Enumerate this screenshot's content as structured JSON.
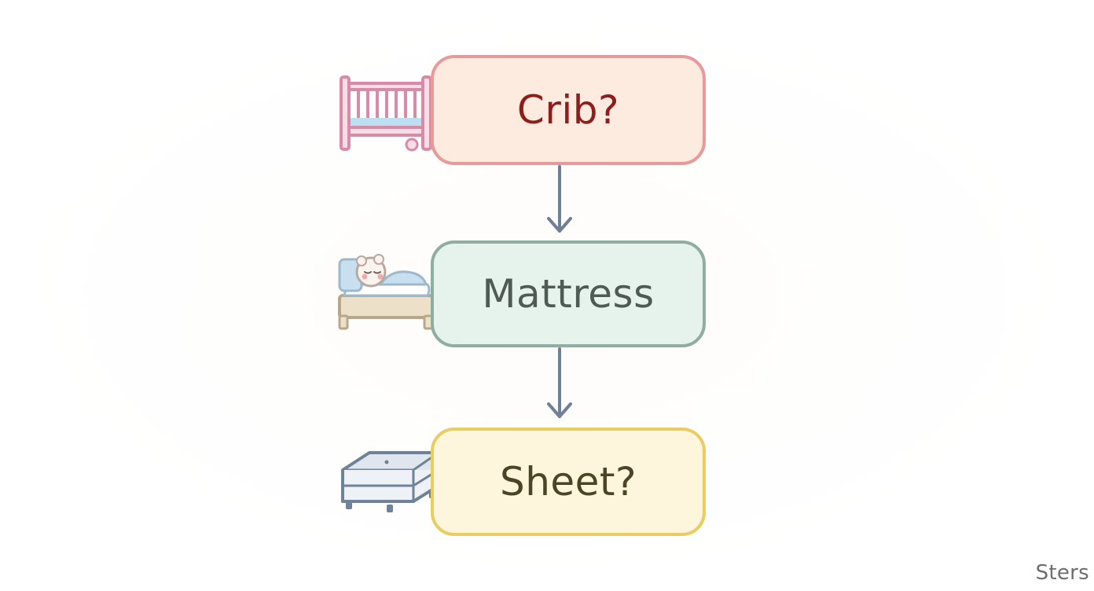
{
  "diagram": {
    "nodes": [
      {
        "id": "crib",
        "label": "Crib?",
        "icon": "crib-icon",
        "fill": "#fdebe0",
        "border": "#e89a9a",
        "text_color": "#8e1e1b"
      },
      {
        "id": "mattress",
        "label": "Mattress",
        "icon": "baby-in-bed-icon",
        "fill": "#e6f3ec",
        "border": "#8fae9f",
        "text_color": "#4e5a52"
      },
      {
        "id": "sheet",
        "label": "Sheet?",
        "icon": "mattress-icon",
        "fill": "#fdf6dd",
        "border": "#e8cd62",
        "text_color": "#4a4526"
      }
    ],
    "edges": [
      {
        "from": "crib",
        "to": "mattress",
        "color": "#6e7f96"
      },
      {
        "from": "mattress",
        "to": "sheet",
        "color": "#6e7f96"
      }
    ]
  },
  "watermark": "Sters"
}
